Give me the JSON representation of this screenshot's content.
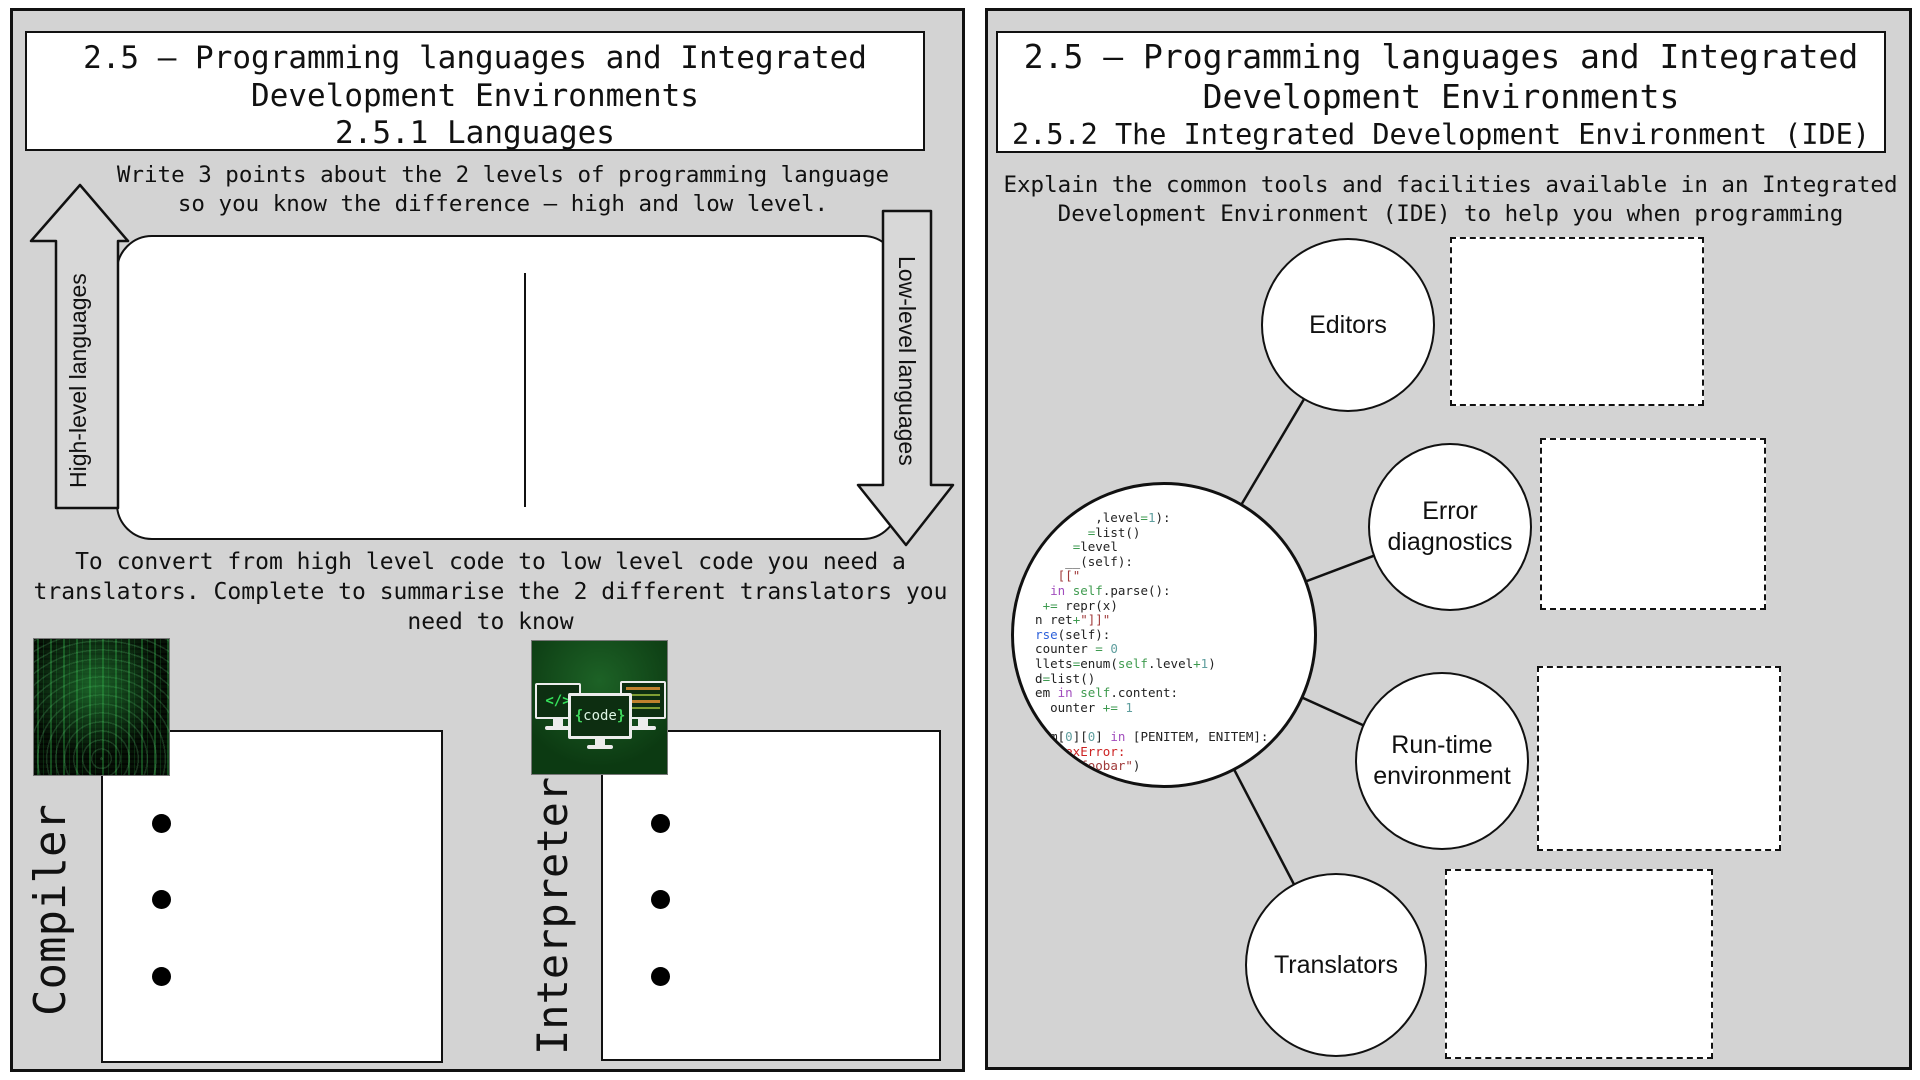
{
  "left_panel": {
    "title": {
      "line1": "2.5 – Programming languages and Integrated",
      "line2": "Development Environments",
      "line3": "2.5.1 Languages"
    },
    "instruction": {
      "line1": "Write 3 points about the 2 levels of programming language",
      "line2": "so you know the difference – high and low level."
    },
    "high_arrow_label": "High-level languages",
    "low_arrow_label": "Low-level languages",
    "paragraph": {
      "line1": "To convert from high level code to low level code you need a",
      "line2": "translators. Complete to summarise the 2 different translators you",
      "line3": "need to know"
    },
    "compiler_label": "Compiler",
    "interpreter_label": "Interpreter",
    "interpreter_image": {
      "tag_text": "</>",
      "code_text_open": "{",
      "code_text_word": "code",
      "code_text_close": "}"
    }
  },
  "right_panel": {
    "title": {
      "line1": "2.5 – Programming languages and Integrated",
      "line2": "Development Environments",
      "line3": "2.5.2 The Integrated Development Environment (IDE)"
    },
    "instruction": {
      "line1": "Explain the common tools and facilities available in an Integrated",
      "line2": "Development Environment (IDE) to help you when programming"
    },
    "nodes": {
      "editors": "Editors",
      "error_line1": "Error",
      "error_line2": "diagnostics",
      "runtime_line1": "Run-time",
      "runtime_line2": "environment",
      "translators": "Translators"
    },
    "code_lines": [
      [
        [
          "          ,level",
          "d"
        ],
        [
          "=",
          "o"
        ],
        [
          "1",
          "n"
        ],
        [
          "):",
          "d"
        ]
      ],
      [
        [
          "         ",
          "d"
        ],
        [
          "=",
          "o"
        ],
        [
          "list()",
          "d"
        ]
      ],
      [
        [
          "       ",
          "d"
        ],
        [
          "=",
          "o"
        ],
        [
          "level",
          "d"
        ]
      ],
      [
        [
          "      __(self):",
          "d"
        ]
      ],
      [
        [
          "     ",
          "d"
        ],
        [
          "[[\"",
          "str"
        ]
      ],
      [
        [
          "    ",
          "d"
        ],
        [
          "in",
          "k"
        ],
        [
          " ",
          "d"
        ],
        [
          "self",
          "s"
        ],
        [
          ".parse():",
          "d"
        ]
      ],
      [
        [
          "   ",
          "d"
        ],
        [
          "+=",
          "o"
        ],
        [
          " repr(x)",
          "d"
        ]
      ],
      [
        [
          "  n ret",
          "d"
        ],
        [
          "+",
          "o"
        ],
        [
          "\"]]\"",
          "str"
        ]
      ],
      [
        [
          "  ",
          "d"
        ],
        [
          "rse",
          "f"
        ],
        [
          "(self):",
          "d"
        ]
      ],
      [
        [
          "  counter ",
          "d"
        ],
        [
          "=",
          "o"
        ],
        [
          " ",
          "d"
        ],
        [
          "0",
          "n"
        ]
      ],
      [
        [
          "  llets",
          "d"
        ],
        [
          "=",
          "o"
        ],
        [
          "enum(",
          "d"
        ],
        [
          "self",
          "s"
        ],
        [
          ".level",
          "d"
        ],
        [
          "+",
          "o"
        ],
        [
          "1",
          "n"
        ],
        [
          ")",
          "d"
        ]
      ],
      [
        [
          "  d",
          "d"
        ],
        [
          "=",
          "o"
        ],
        [
          "list()",
          "d"
        ]
      ],
      [
        [
          "  em ",
          "d"
        ],
        [
          "in",
          "k"
        ],
        [
          " ",
          "d"
        ],
        [
          "self",
          "s"
        ],
        [
          ".content:",
          "d"
        ]
      ],
      [
        [
          "    ounter ",
          "d"
        ],
        [
          "+=",
          "o"
        ],
        [
          " ",
          "d"
        ],
        [
          "1",
          "n"
        ]
      ],
      [],
      [
        [
          "    m[",
          "d"
        ],
        [
          "0",
          "n"
        ],
        [
          "][",
          "d"
        ],
        [
          "0",
          "n"
        ],
        [
          "] ",
          "d"
        ],
        [
          "in",
          "k"
        ],
        [
          " [PENITEM, ENITEM]:",
          "d"
        ]
      ],
      [
        [
          "      ",
          "d"
        ],
        [
          "exError:",
          "e"
        ]
      ],
      [
        [
          "       ",
          "d"
        ],
        [
          "\"foobar\"",
          "str"
        ],
        [
          ")",
          "d"
        ]
      ]
    ]
  },
  "colors": {
    "panel_bg": "#d3d3d3",
    "arrow_fill": "#d8d8d8",
    "border": "#111111",
    "matrix_green": "#35e05a",
    "code_orange": "#c0812d"
  }
}
